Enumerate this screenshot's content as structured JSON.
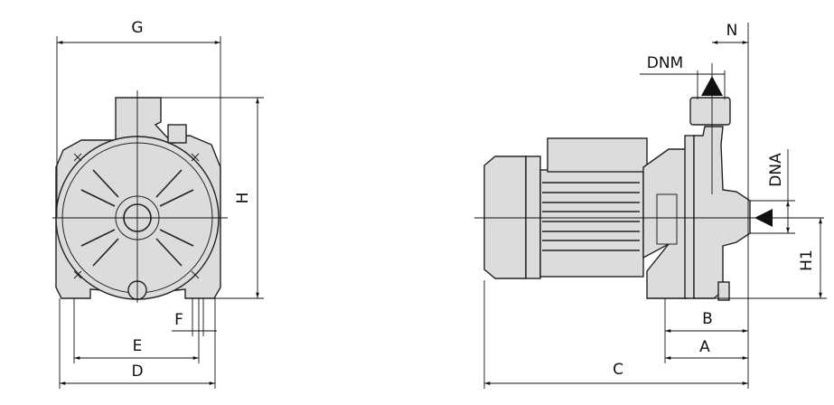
{
  "title": "Pump dimensional drawing",
  "front_view": {
    "labels": {
      "G": "G",
      "H": "H",
      "F": "F",
      "E": "E",
      "D": "D"
    }
  },
  "side_view": {
    "labels": {
      "N": "N",
      "DNM": "DNM",
      "DNA": "DNA",
      "H1": "H1",
      "B": "B",
      "A": "A",
      "C": "C"
    }
  },
  "colors": {
    "body_fill": "#dcdcdc",
    "line": "#222222"
  }
}
